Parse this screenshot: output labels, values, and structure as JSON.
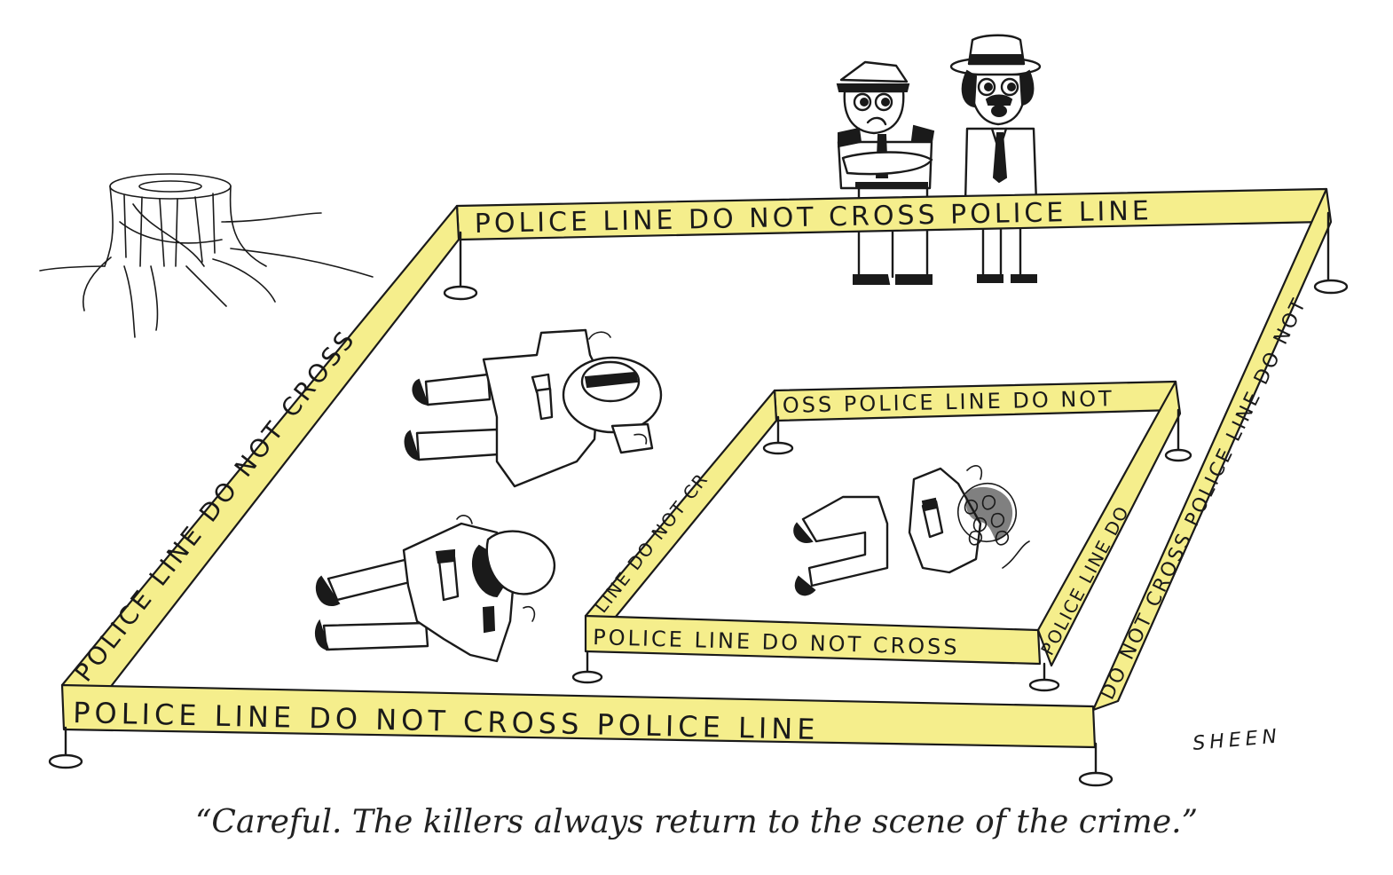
{
  "tape": {
    "outer_top": "POLICE LINE DO NOT CROSS   POLICE LINE",
    "outer_right": "DO NOT CROSS POLICE LINE DO NOT",
    "outer_bottom": "POLICE LINE   DO   NOT CROSS   POLICE LINE",
    "outer_left": "POLICE LINE DO NOT CROSS",
    "inner_top": "OSS   POLICE LINE   DO NOT",
    "inner_left": "LINE DO NOT CR",
    "inner_right": "POLICE LINE DO",
    "inner_bottom": "POLICE LINE   DO NOT CROSS"
  },
  "signature": "SHEEN",
  "caption": "“Careful. The killers always return to the scene of the crime.”",
  "colors": {
    "tape": "#f5ee8c",
    "ink": "#1a1a1a"
  }
}
